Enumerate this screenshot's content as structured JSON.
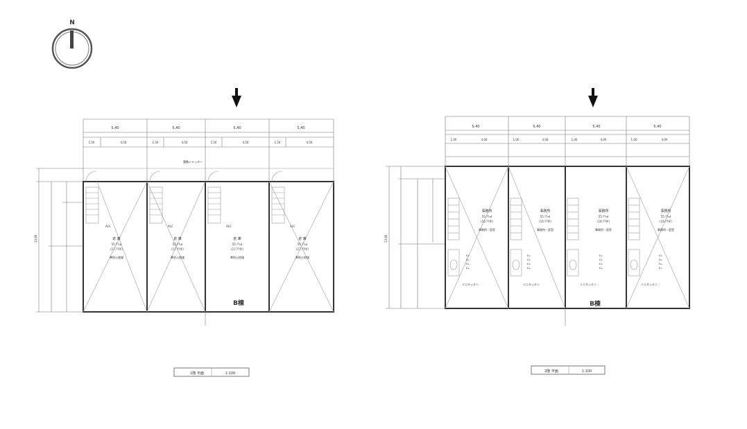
{
  "compass": {
    "north_label": "N",
    "icon": "north-arrow-icon"
  },
  "plans": [
    {
      "id": "ground",
      "units": [
        {
          "room": "倉 庫",
          "area": "55.??㎡",
          "tsubo": "(17.??坪)",
          "note": "準防火地域"
        },
        {
          "room": "倉 庫",
          "area": "55.??㎡",
          "tsubo": "(17.??坪)",
          "note": "準防火地域"
        },
        {
          "room": "倉 庫",
          "area": "55.??㎡",
          "tsubo": "(17.??坪)",
          "note": "準防火地域"
        },
        {
          "room": "倉 庫",
          "area": "55.??㎡",
          "tsubo": "(17.??坪)",
          "note": "準防火地域"
        }
      ],
      "block_label": "B棟",
      "unit_width_labels": [
        "5,40",
        "5,40",
        "5,40",
        "5,40"
      ],
      "sub_dim_labels": [
        "1,50",
        "4,50",
        "1,50",
        "4,50",
        "1,50",
        "4,50",
        "1,50",
        "4,50"
      ],
      "shutter_note": "電動シャッター",
      "alc_label": "ALC",
      "depth_total": "13,80",
      "title": "1階 平面",
      "scale": "1:100"
    },
    {
      "id": "upper",
      "units": [
        {
          "room": "事務所",
          "area": "55.??㎡",
          "tsubo": "(16.??坪)",
          "note": "事務所・居室",
          "mini_kitchen": "ミニキッチン",
          "legend": [
            "ℓ=",
            "ℓ=",
            "ℓ=",
            "ℓ="
          ]
        },
        {
          "room": "事務所",
          "area": "55.??㎡",
          "tsubo": "(16.??坪)",
          "note": "事務所・居室",
          "mini_kitchen": "ミニキッチン",
          "legend": [
            "ℓ=",
            "ℓ=",
            "ℓ=",
            "ℓ="
          ]
        },
        {
          "room": "事務所",
          "area": "55.??㎡",
          "tsubo": "(16.??坪)",
          "note": "事務所・居室",
          "mini_kitchen": "ミニキッチン",
          "legend": [
            "ℓ=",
            "ℓ=",
            "ℓ=",
            "ℓ="
          ]
        },
        {
          "room": "事務所",
          "area": "55.??㎡",
          "tsubo": "(16.??坪)",
          "note": "事務所・居室",
          "mini_kitchen": "ミニキッチン",
          "legend": [
            "ℓ=",
            "ℓ=",
            "ℓ=",
            "ℓ="
          ]
        }
      ],
      "block_label": "B棟",
      "unit_width_labels": [
        "5,40",
        "5,40",
        "5,40",
        "5,40"
      ],
      "sub_dim_labels": [
        "1,00",
        "4,00",
        "1,00",
        "4,00",
        "1,00",
        "4,00",
        "1,00",
        "4,00"
      ],
      "depth_total": "13,80",
      "title": "2階 平面",
      "scale": "1:100"
    }
  ]
}
